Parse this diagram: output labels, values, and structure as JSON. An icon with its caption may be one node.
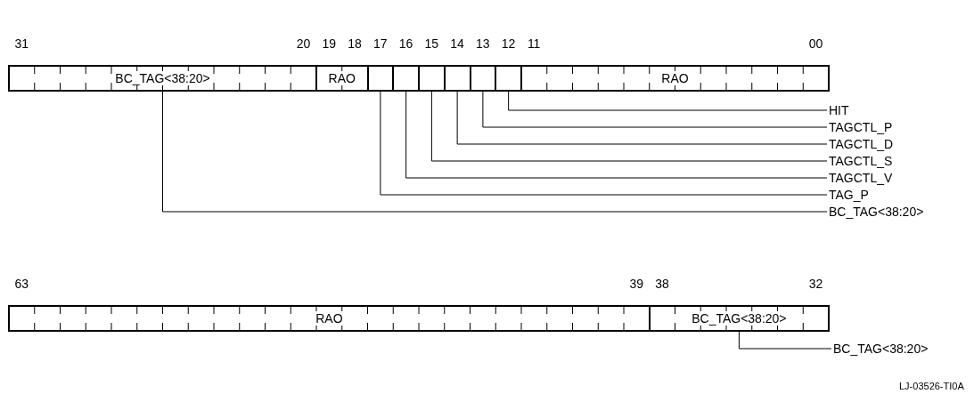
{
  "diagram": {
    "nodes": [
      {
        "text": [
          "BC_TAG<38:20>"
        ]
      },
      {
        "text": [
          "RAO"
        ]
      },
      {
        "text": [],
        "shape": "box"
      },
      {
        "text": [],
        "shape": "box"
      },
      {
        "text": [],
        "shape": "box"
      },
      {
        "text": [],
        "shape": "box"
      },
      {
        "text": [],
        "shape": "box"
      },
      {
        "text": [],
        "shape": "box"
      },
      {
        "text": [
          "RAO"
        ]
      },
      {
        "text": [
          "HIT"
        ]
      },
      {
        "text": [
          "TAGCTL_P"
        ]
      },
      {
        "text": [
          "TAGCTL_D"
        ]
      },
      {
        "text": [
          "TAGCTL_S"
        ]
      },
      {
        "text": [
          "TAGCTL_V"
        ]
      },
      {
        "text": [
          "TAG_P"
        ]
      },
      {
        "text": [
          "BC_TAG<38:20>"
        ]
      },
      {
        "text": [
          "RAO"
        ]
      },
      {
        "text": [
          "BC_TAG<38:20>"
        ]
      },
      {
        "text": [
          "BC_TAG<38:20>"
        ]
      }
    ],
    "edges": [
      {
        "from": 9,
        "to": 7,
        "arrow": "none"
      },
      {
        "from": 10,
        "to": 6,
        "arrow": "none"
      },
      {
        "from": 11,
        "to": 5,
        "arrow": "none"
      },
      {
        "from": 12,
        "to": 4,
        "arrow": "none"
      },
      {
        "from": 13,
        "to": 3,
        "arrow": "none"
      },
      {
        "from": 14,
        "to": 2,
        "arrow": "none"
      },
      {
        "from": 15,
        "to": 0,
        "arrow": "none"
      },
      {
        "from": 18,
        "to": 17,
        "arrow": "none"
      }
    ],
    "labels": [
      "31",
      "20",
      "19",
      "18",
      "17",
      "16",
      "15",
      "14",
      "13",
      "12",
      "11",
      "00",
      "63",
      "39",
      "38",
      "32",
      "LJ-03526-TI0A"
    ]
  }
}
